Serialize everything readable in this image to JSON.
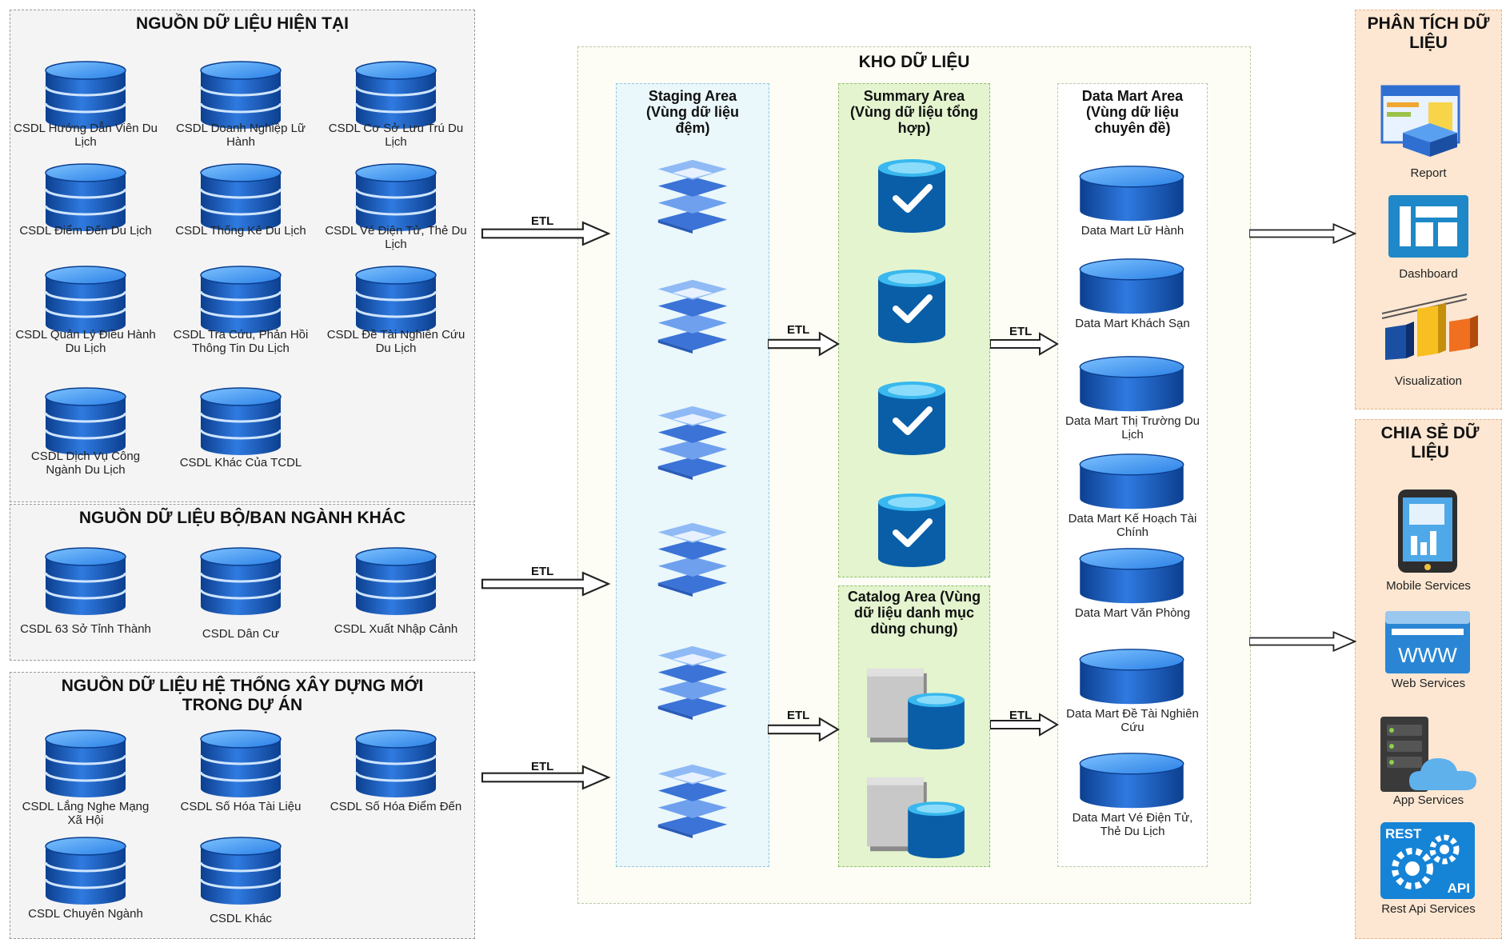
{
  "sources": {
    "current": {
      "title": "NGUỒN DỮ LIỆU HIỆN TẠI",
      "items": [
        "CSDL Hướng Dẫn Viên Du Lịch",
        "CSDL Doanh Nghiệp Lữ Hành",
        "CSDL Cơ Sở Lưu Trú Du Lịch",
        "CSDL Điểm Đến Du Lịch",
        "CSDL Thống Kê Du Lịch",
        "CSDL Vé Điện Tử, Thẻ Du Lịch",
        "CSDL Quản Lý Điều Hành Du Lịch",
        "CSDL Tra Cứu, Phản Hồi Thông Tin Du Lịch",
        "CSDL Đề Tài Nghiên Cứu Du Lịch",
        "CSDL Dịch Vụ Công Ngành Du Lịch",
        "CSDL Khác Của TCDL"
      ]
    },
    "ministries": {
      "title": "NGUỒN DỮ LIỆU BỘ/BAN NGÀNH KHÁC",
      "items": [
        "CSDL 63 Sở Tỉnh Thành",
        "CSDL Dân Cư",
        "CSDL Xuất Nhập Cảnh"
      ]
    },
    "new_systems": {
      "title": "NGUỒN DỮ LIỆU HỆ THỐNG XÂY DỰNG MỚI TRONG DỰ ÁN",
      "items": [
        "CSDL Lắng Nghe Mạng Xã Hội",
        "CSDL Số Hóa Tài Liệu",
        "CSDL Số Hóa Điểm Đến",
        "CSDL Chuyên Ngành",
        "CSDL Khác"
      ]
    }
  },
  "etl_label": "ETL",
  "warehouse": {
    "title": "KHO DỮ LIỆU",
    "staging": "Staging Area (Vùng dữ liệu đệm)",
    "summary": "Summary Area (Vùng dữ liệu tổng hợp)",
    "catalog": "Catalog Area (Vùng dữ liệu danh mục dùng chung)",
    "datamart": "Data Mart Area (Vùng dữ liệu chuyên đề)",
    "marts": [
      "Data Mart Lữ Hành",
      "Data Mart Khách Sạn",
      "Data Mart Thị Trường Du Lịch",
      "Data Mart Kế Hoạch Tài Chính",
      "Data Mart Văn Phòng",
      "Data Mart Đề Tài Nghiên Cứu",
      "Data Mart Vé Điện Tử, Thẻ Du Lịch"
    ]
  },
  "analytics": {
    "title": "PHÂN TÍCH DỮ LIỆU",
    "items": [
      "Report",
      "Dashboard",
      "Visualization"
    ]
  },
  "sharing": {
    "title": "CHIA SẺ DỮ LIỆU",
    "items": [
      "Mobile Services",
      "Web Services",
      "App Services",
      "Rest Api Services"
    ],
    "rest_badge": "REST",
    "api_badge": "API",
    "www_badge": "WWW"
  },
  "colors": {
    "db_blue": "#1f5fbf",
    "check_blue": "#0a5ea8",
    "stack_blue": "#4a86e8"
  }
}
